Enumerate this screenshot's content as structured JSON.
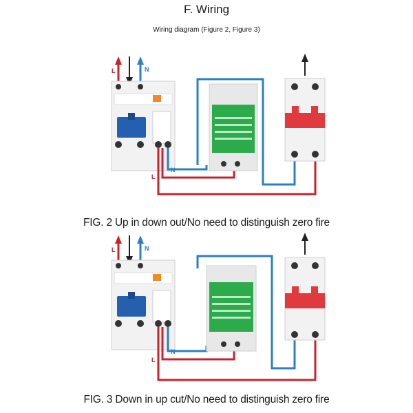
{
  "header": {
    "title": "F. Wiring",
    "subtitle": "Wiring diagram (Figure 2, Figure 3)"
  },
  "figures": [
    {
      "caption": "FIG. 2 Up in down out/No need to distinguish zero fire",
      "labels": {
        "live": "L",
        "neutral": "N",
        "live_out": "L",
        "neutral_out": "N"
      }
    },
    {
      "caption": "FIG. 3 Down in up cut/No need to distinguish zero fire",
      "labels": {
        "live": "L",
        "neutral": "N",
        "live_out": "L",
        "neutral_out": "N"
      }
    }
  ],
  "colors": {
    "live_wire": "#c8232c",
    "neutral_wire": "#2b7fc2",
    "module_green": "#2bab4a",
    "breaker_blue": "#2560b0",
    "breaker_red": "#e03a3f"
  }
}
